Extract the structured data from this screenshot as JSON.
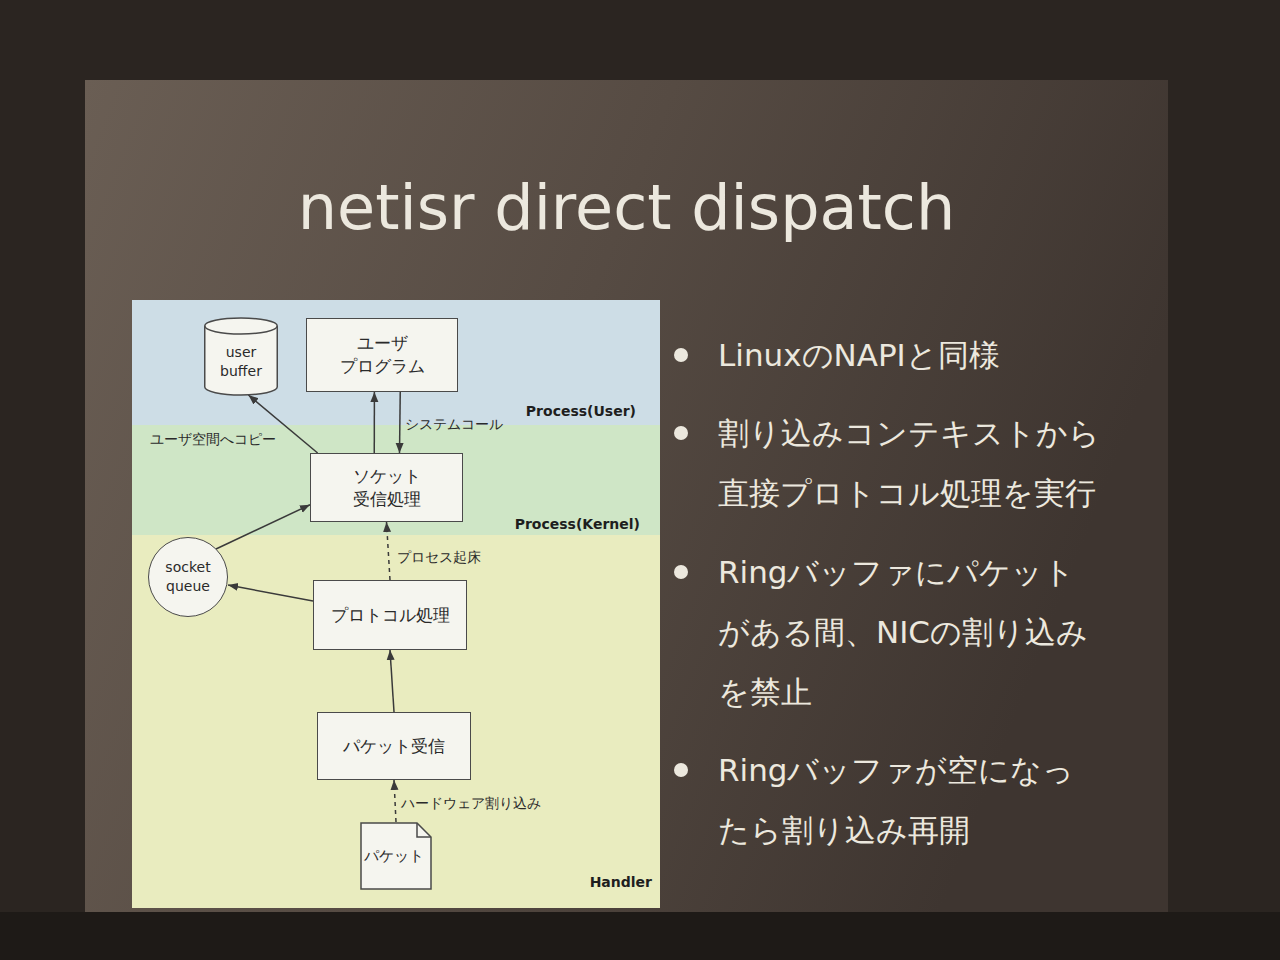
{
  "diagram": {
    "title": "netisr direct dispatch",
    "nodes": [
      {
        "text": [
          "Process(User)"
        ]
      },
      {
        "text": [
          "user buffer"
        ],
        "in": 0
      },
      {
        "text": [
          "ユーザ プログラム"
        ],
        "in": 0
      },
      {
        "text": [
          "Process(Kernel)"
        ]
      },
      {
        "text": [
          "ソケット 受信処理"
        ],
        "in": 3
      },
      {
        "text": [
          "Handler"
        ]
      },
      {
        "text": [
          "socket queue"
        ],
        "in": 5
      },
      {
        "text": [
          "プロトコル処理"
        ],
        "in": 5
      },
      {
        "text": [
          "パケット受信"
        ],
        "in": 5
      },
      {
        "text": [
          "パケット"
        ],
        "in": 5
      }
    ],
    "edges": [
      {
        "from": 4,
        "to": 1,
        "label": "ユーザ空間へコピー",
        "arrow": "to"
      },
      {
        "from": 4,
        "to": 2,
        "arrow": "to"
      },
      {
        "from": 2,
        "to": 4,
        "label": "システムコール",
        "arrow": "to"
      },
      {
        "from": 6,
        "to": 4,
        "arrow": "to"
      },
      {
        "from": 7,
        "to": 6,
        "arrow": "to"
      },
      {
        "from": 7,
        "to": 4,
        "label": "プロセス起床",
        "arrow": "to"
      },
      {
        "from": 8,
        "to": 7,
        "arrow": "to"
      },
      {
        "from": 9,
        "to": 8,
        "label": "ハードウェア割り込み",
        "arrow": "to"
      }
    ],
    "labels": [
      "LinuxのNAPIと同様",
      "割り込みコンテキストから直接プロトコル処理を実行",
      "Ringバッファにパケットがある間、NICの割り込みを禁止",
      "Ringバッファが空になったら割り込み再開"
    ]
  }
}
